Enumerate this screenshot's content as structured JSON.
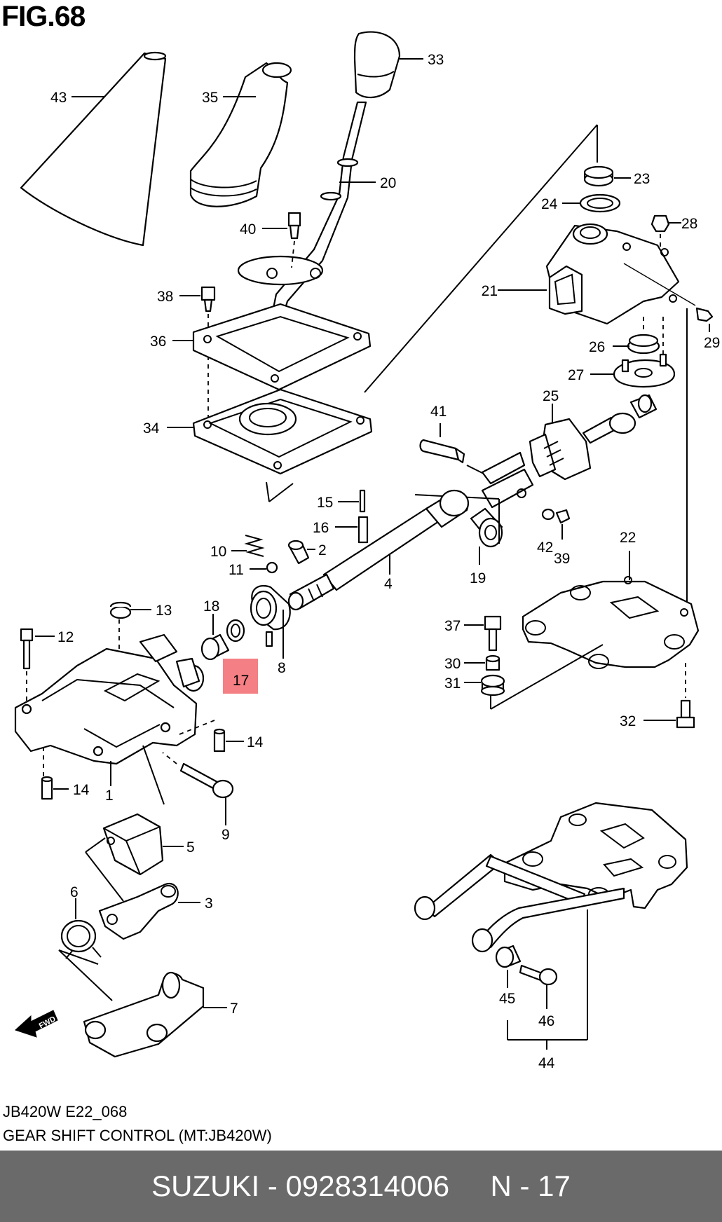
{
  "figure": {
    "title": "FIG.68"
  },
  "callouts": {
    "c1": "1",
    "c2": "2",
    "c3": "3",
    "c4": "4",
    "c5": "5",
    "c6": "6",
    "c7": "7",
    "c8": "8",
    "c9": "9",
    "c10": "10",
    "c11": "11",
    "c12": "12",
    "c13": "13",
    "c14a": "14",
    "c14b": "14",
    "c15": "15",
    "c16": "16",
    "c17": "17",
    "c18": "18",
    "c19": "19",
    "c20": "20",
    "c21": "21",
    "c22": "22",
    "c23": "23",
    "c24": "24",
    "c25": "25",
    "c26": "26",
    "c27": "27",
    "c28": "28",
    "c29": "29",
    "c30": "30",
    "c31": "31",
    "c32": "32",
    "c33": "33",
    "c34": "34",
    "c35": "35",
    "c36": "36",
    "c37": "37",
    "c38": "38",
    "c39": "39",
    "c40": "40",
    "c41": "41",
    "c42": "42",
    "c43": "43",
    "c44": "44",
    "c45": "45",
    "c46": "46"
  },
  "highlight": {
    "part": "17",
    "color": "#f47f84"
  },
  "fwd_label": "FWD",
  "diagram_code": "JB420W E22_068",
  "diagram_title": "GEAR SHIFT CONTROL (MT:JB420W)",
  "footer": {
    "text": "SUZUKI - 0928314006     N - 17",
    "background": "#6a6a6a"
  }
}
